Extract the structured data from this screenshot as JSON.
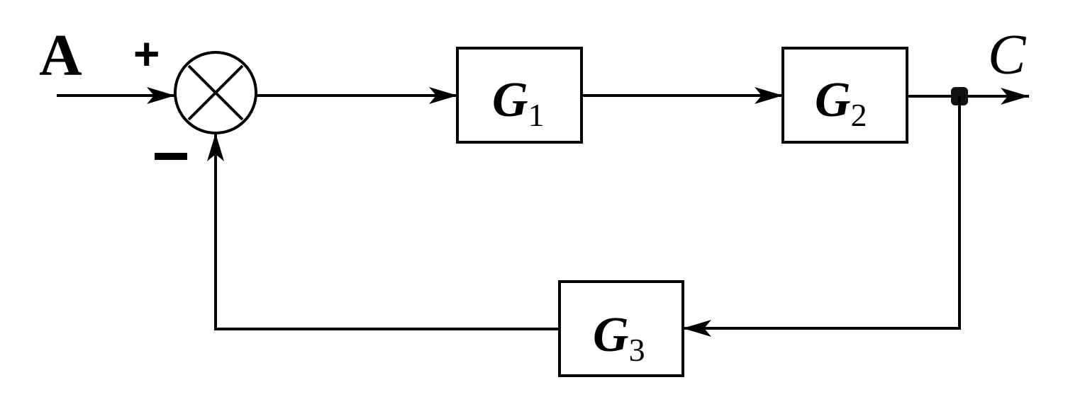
{
  "diagram": {
    "type": "feedback-control-block-diagram",
    "input_label": "A",
    "output_label": "C",
    "summing_junction": {
      "plus_sign": "+",
      "minus_sign": "−"
    },
    "blocks": [
      {
        "id": "G1",
        "symbol": "G",
        "subscript": "1",
        "path": "forward"
      },
      {
        "id": "G2",
        "symbol": "G",
        "subscript": "2",
        "path": "forward"
      },
      {
        "id": "G3",
        "symbol": "G",
        "subscript": "3",
        "path": "feedback"
      }
    ],
    "connections": [
      {
        "from": "A",
        "to": "summing-junction",
        "sign": "+"
      },
      {
        "from": "summing-junction",
        "to": "G1"
      },
      {
        "from": "G1",
        "to": "G2"
      },
      {
        "from": "G2",
        "to": "C"
      },
      {
        "from": "C",
        "to": "G3",
        "via": "pickoff-point"
      },
      {
        "from": "G3",
        "to": "summing-junction",
        "sign": "−"
      }
    ],
    "colors": {
      "stroke": "#000000",
      "background": "#ffffff"
    }
  }
}
